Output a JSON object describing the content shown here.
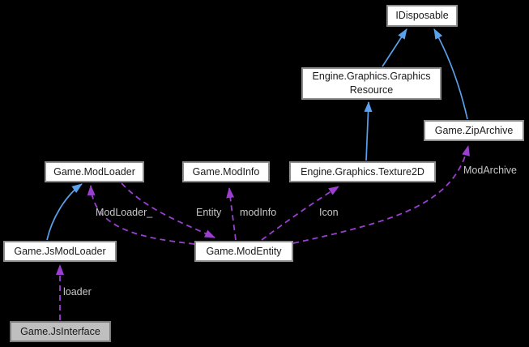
{
  "nodes": [
    {
      "label": "IDisposable"
    },
    {
      "label_lines": [
        "Engine.Graphics.Graphics",
        "Resource"
      ]
    },
    {
      "label": "Game.ZipArchive"
    },
    {
      "label": "Game.ModLoader"
    },
    {
      "label": "Game.ModInfo"
    },
    {
      "label": "Engine.Graphics.Texture2D"
    },
    {
      "label": "Game.JsModLoader"
    },
    {
      "label": "Game.ModEntity"
    },
    {
      "label": "Game.JsInterface",
      "highlighted": true
    }
  ],
  "edges": [
    {
      "from": "Game.JsModLoader",
      "to": "Game.ModLoader",
      "type": "inheritance",
      "label": ""
    },
    {
      "from": "Engine.Graphics.Texture2D",
      "to": "Engine.Graphics.GraphicsResource",
      "type": "inheritance",
      "label": ""
    },
    {
      "from": "Engine.Graphics.GraphicsResource",
      "to": "IDisposable",
      "type": "inheritance",
      "label": ""
    },
    {
      "from": "Game.ZipArchive",
      "to": "IDisposable",
      "type": "inheritance",
      "label": ""
    },
    {
      "from": "Game.JsInterface",
      "to": "Game.JsModLoader",
      "type": "usage",
      "label": "loader"
    },
    {
      "from": "Game.ModEntity",
      "to": "Game.ModLoader",
      "type": "usage",
      "label": "ModLoader_"
    },
    {
      "from": "Game.ModLoader",
      "to": "Game.ModEntity",
      "type": "usage",
      "label": "Entity"
    },
    {
      "from": "Game.ModEntity",
      "to": "Game.ModInfo",
      "type": "usage",
      "label": "modInfo"
    },
    {
      "from": "Game.ModEntity",
      "to": "Engine.Graphics.Texture2D",
      "type": "usage",
      "label": "Icon"
    },
    {
      "from": "Game.ModEntity",
      "to": "Game.ZipArchive",
      "type": "usage",
      "label": "ModArchive"
    }
  ],
  "colors": {
    "background": "#000000",
    "inheritance_edge": "#5aa0eb",
    "usage_edge": "#9b3fd1",
    "node_fill": "#ffffff",
    "node_border": "#8f8f8f",
    "node_text": "#1a1a1a",
    "highlight_node_fill": "#bfbfbf",
    "edge_label_text": "#c8c8c8"
  }
}
